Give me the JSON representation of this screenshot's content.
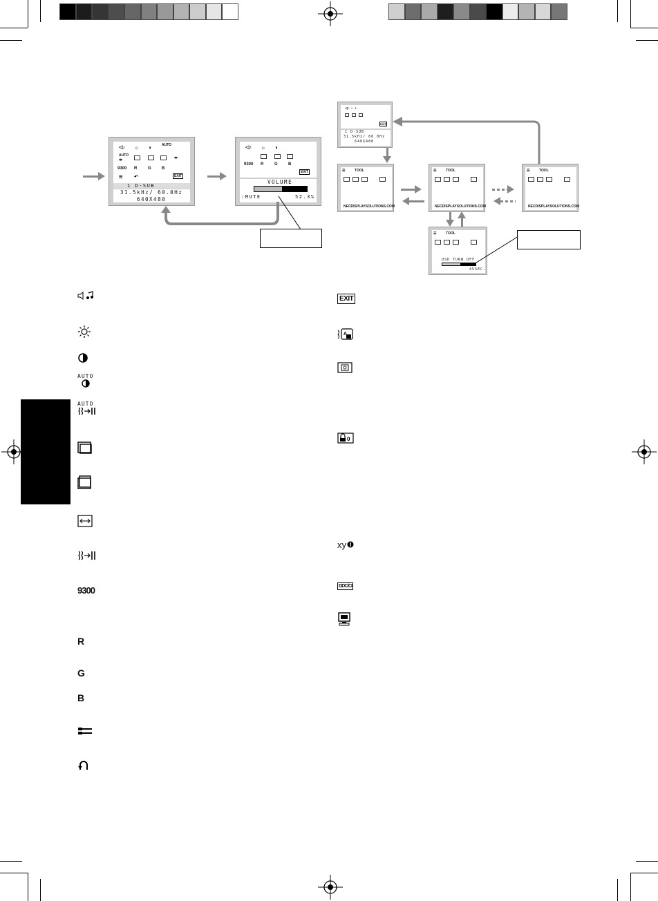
{
  "colors": {
    "grays_left": [
      "#000000",
      "#1c1c1c",
      "#353535",
      "#4d4d4d",
      "#666666",
      "#808080",
      "#999999",
      "#b3b3b3",
      "#cccccc",
      "#e6e6e6",
      "#ffffff"
    ],
    "grays_right": [
      "#cfcfcf",
      "#6d6d6d",
      "#aaaaaa",
      "#1e1e1e",
      "#8a8a8a",
      "#4a4a4a",
      "#000000",
      "#ececec",
      "#b4b4b4",
      "#d8d8d8",
      "#777777"
    ],
    "arrow": "#888888",
    "tab": "#000000"
  },
  "left_flow": {
    "screen1": {
      "icon_row1": [
        "volume-icon",
        "brightness-icon",
        "contrast-icon",
        "auto-contrast-icon"
      ],
      "icon_row1_auto": "AUTO",
      "icon_row2_auto": "AUTO",
      "row3": [
        "9300",
        "R",
        "G",
        "B"
      ],
      "exit": "EXIT",
      "input_line": "1  D-SUB",
      "freq_line": "31.5kHz/ 60.0Hz",
      "res_line": "640X480"
    },
    "screen2": {
      "row3": [
        "9300",
        "R",
        "G",
        "B"
      ],
      "exit": "EXIT",
      "title": "VOLUME",
      "mute": ":MUTE",
      "value": "52.3%",
      "level_pct": 52.3
    }
  },
  "right_flow": {
    "top_screen": {
      "input_line": "1  D-SUB",
      "freq_line": "31.5kHz/ 60.0Hz",
      "res_line": "640X480",
      "exit": "EXIT"
    },
    "tool_screens": [
      {
        "title": "TOOL",
        "url": "NECDISPLAYSOLUTIONS.COM"
      },
      {
        "title": "TOOL",
        "url": "NECDISPLAYSOLUTIONS.COM"
      },
      {
        "title": "TOOL",
        "url": "NECDISPLAYSOLUTIONS.COM"
      }
    ],
    "bottom_screen": {
      "title": "TOOL",
      "osd_label": "OSD TURN OFF",
      "seconds": "45SEC."
    }
  },
  "icon_list_left": [
    {
      "name": "volume-icon"
    },
    {
      "name": "brightness-icon"
    },
    {
      "name": "contrast-icon"
    },
    {
      "name": "auto-contrast-icon",
      "label": "AUTO"
    },
    {
      "name": "auto-adjust-icon",
      "label": "AUTO"
    },
    {
      "name": "left-right-icon"
    },
    {
      "name": "down-up-icon"
    },
    {
      "name": "h-size-icon"
    },
    {
      "name": "fine-icon"
    },
    {
      "name": "color-9300-icon",
      "label": "9300"
    },
    {
      "name": "red-icon",
      "label": "R"
    },
    {
      "name": "green-icon",
      "label": "G"
    },
    {
      "name": "blue-icon",
      "label": "B"
    },
    {
      "name": "tool-icon"
    },
    {
      "name": "factory-preset-icon"
    }
  ],
  "icon_list_right": [
    {
      "name": "exit-icon",
      "label": "EXIT"
    },
    {
      "name": "language-icon"
    },
    {
      "name": "osd-turn-off-icon"
    },
    {
      "name": "osd-lock-out-icon"
    },
    {
      "name": "resolution-notifier-icon",
      "label": "xy"
    },
    {
      "name": "ddc-ci-icon",
      "label": "DDC/CI"
    },
    {
      "name": "monitor-info-icon"
    }
  ]
}
